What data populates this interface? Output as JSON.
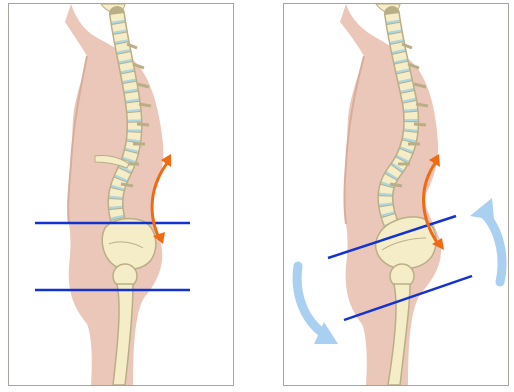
{
  "figure": {
    "panels": [
      {
        "id": "neutral-posture",
        "pelvic_tilt": "level",
        "lumbar_curve": "normal"
      },
      {
        "id": "anterior-tilt-posture",
        "pelvic_tilt": "anterior",
        "lumbar_curve": "increased"
      }
    ],
    "colors": {
      "body": "#eac7b8",
      "body_shadow": "#d9ad9b",
      "bone": "#f5edc8",
      "bone_outline": "#b9ae86",
      "disc": "#a9d7e6",
      "pelvis_line": "#1432d2",
      "curve_arrow": "#f06a14",
      "rotation_arrow": "#a9d0f0",
      "border": "#a9a39c"
    },
    "icons": [
      "curve-arrow-icon",
      "rotation-arrow-icon"
    ]
  }
}
